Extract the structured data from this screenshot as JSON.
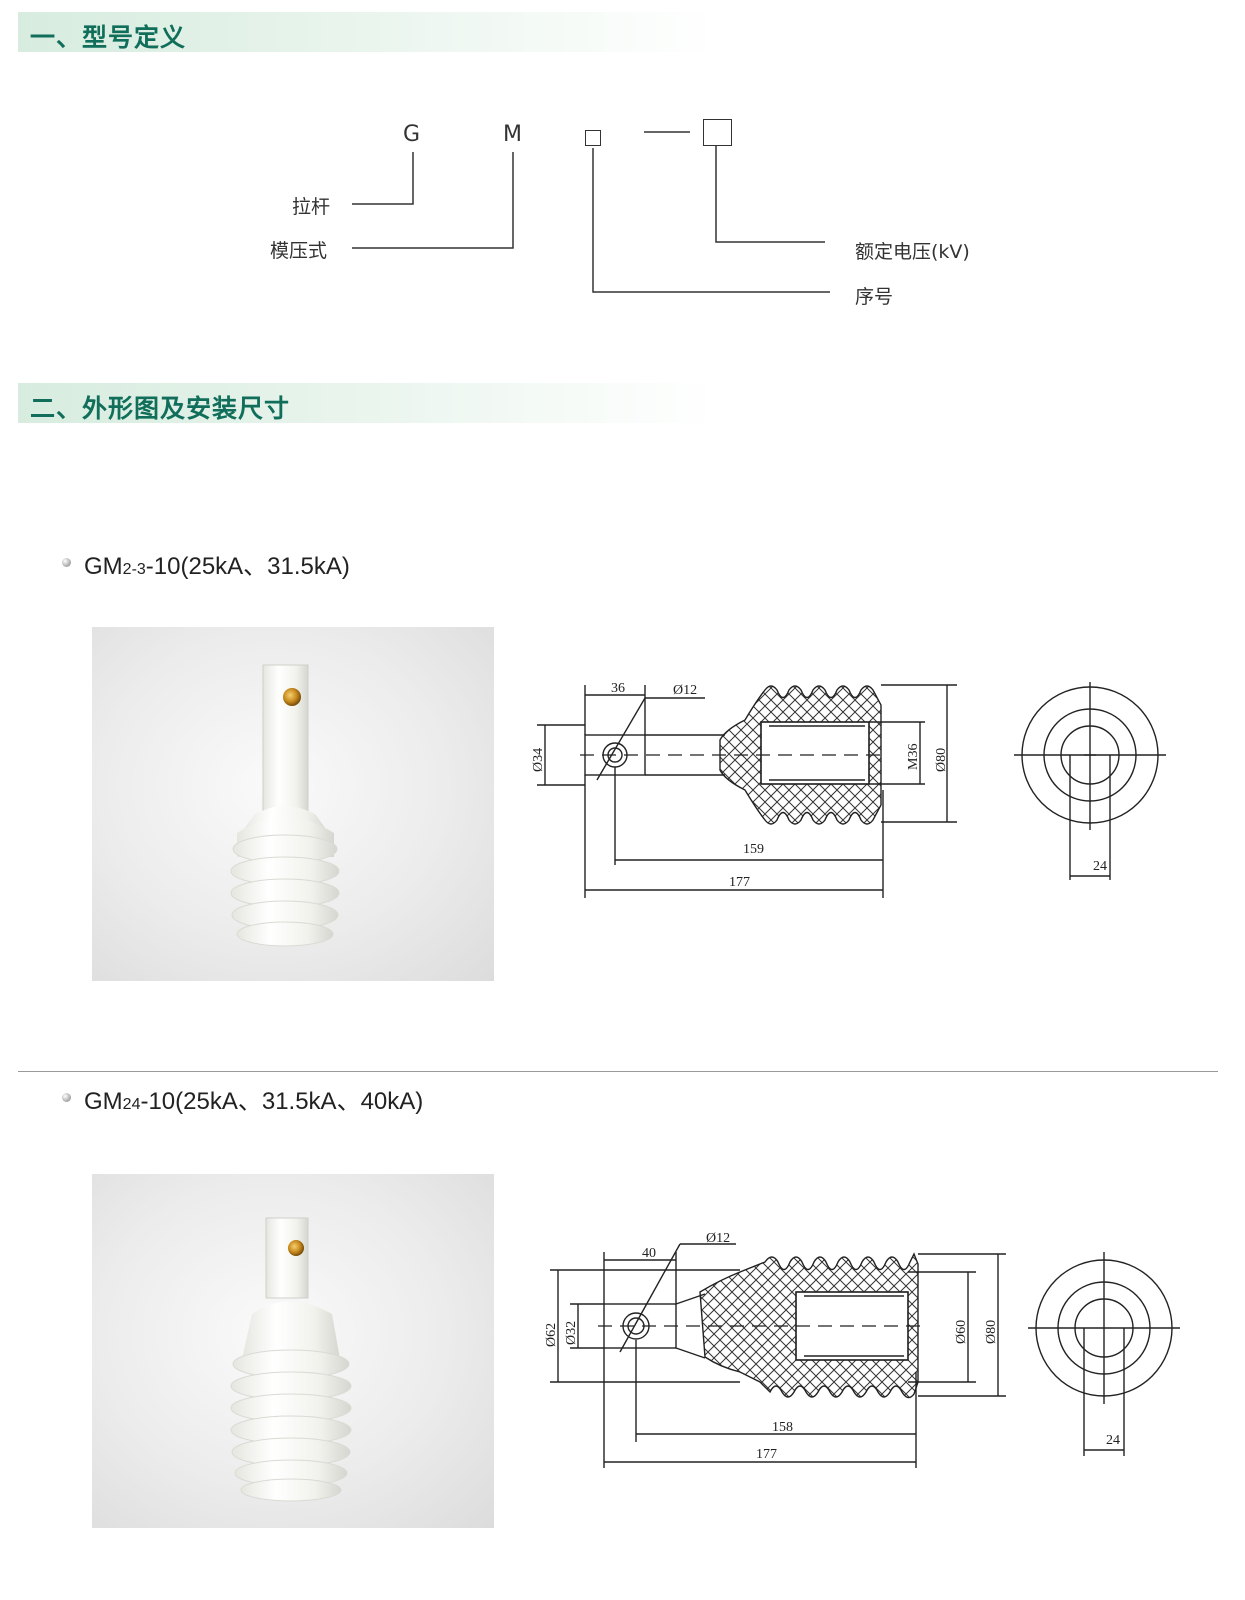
{
  "section1": {
    "title": "一、型号定义"
  },
  "model_code": {
    "letter_g": "G",
    "letter_m": "M",
    "dash": "—",
    "label_rod": "拉杆",
    "label_molded": "模压式",
    "label_voltage": "额定电压(kV)",
    "label_serial": "序号"
  },
  "section2": {
    "title": "二、外形图及安装尺寸"
  },
  "products": [
    {
      "name_prefix": "GM",
      "name_sub": "2-3",
      "name_suffix": "-10(25kA、31.5kA)",
      "dims": {
        "d36": "36",
        "d12": "Ø12",
        "d34": "Ø34",
        "m36": "M36",
        "d80": "Ø80",
        "d159": "159",
        "d177": "177",
        "d24": "24"
      }
    },
    {
      "name_prefix": "GM",
      "name_sub": "24",
      "name_suffix": "-10(25kA、31.5kA、40kA)",
      "dims": {
        "d40": "40",
        "d12": "Ø12",
        "d62": "Ø62",
        "d32": "Ø32",
        "d60": "Ø60",
        "d80": "Ø80",
        "d158": "158",
        "d177": "177",
        "d24": "24"
      }
    }
  ]
}
